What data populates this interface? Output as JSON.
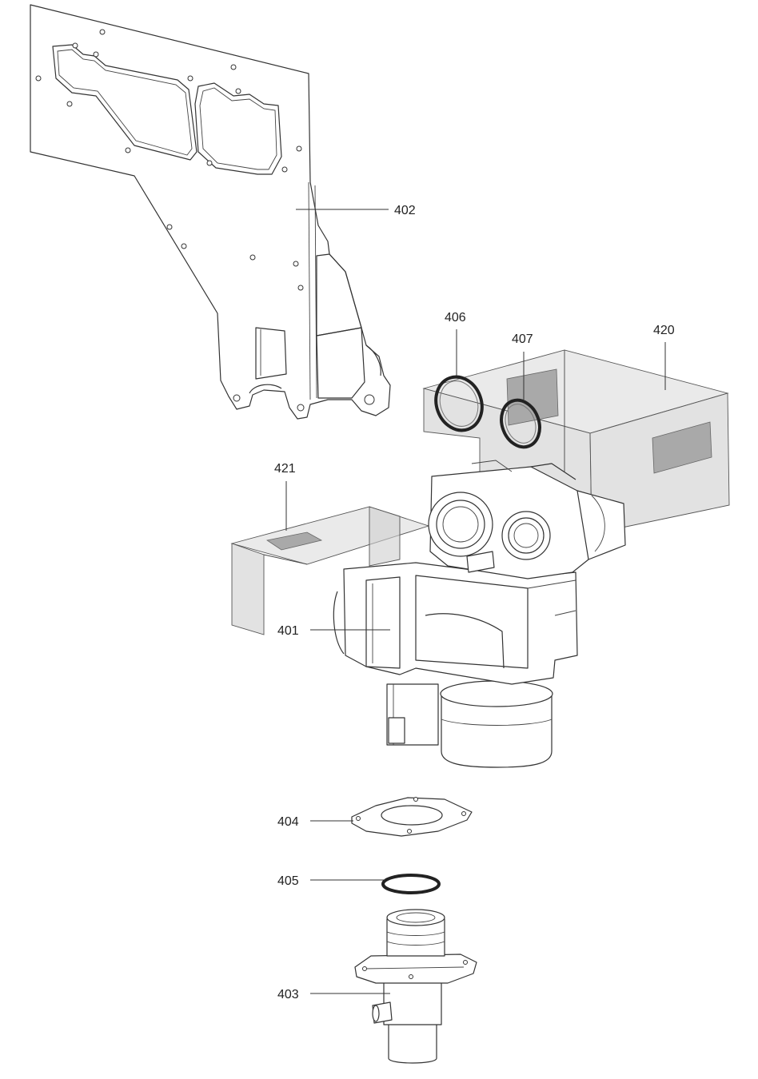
{
  "parts": [
    {
      "id": "p402",
      "label": "402"
    },
    {
      "id": "p406",
      "label": "406"
    },
    {
      "id": "p407",
      "label": "407"
    },
    {
      "id": "p420",
      "label": "420"
    },
    {
      "id": "p421",
      "label": "421"
    },
    {
      "id": "p401",
      "label": "401"
    },
    {
      "id": "p404",
      "label": "404"
    },
    {
      "id": "p405",
      "label": "405"
    },
    {
      "id": "p403",
      "label": "403"
    }
  ]
}
